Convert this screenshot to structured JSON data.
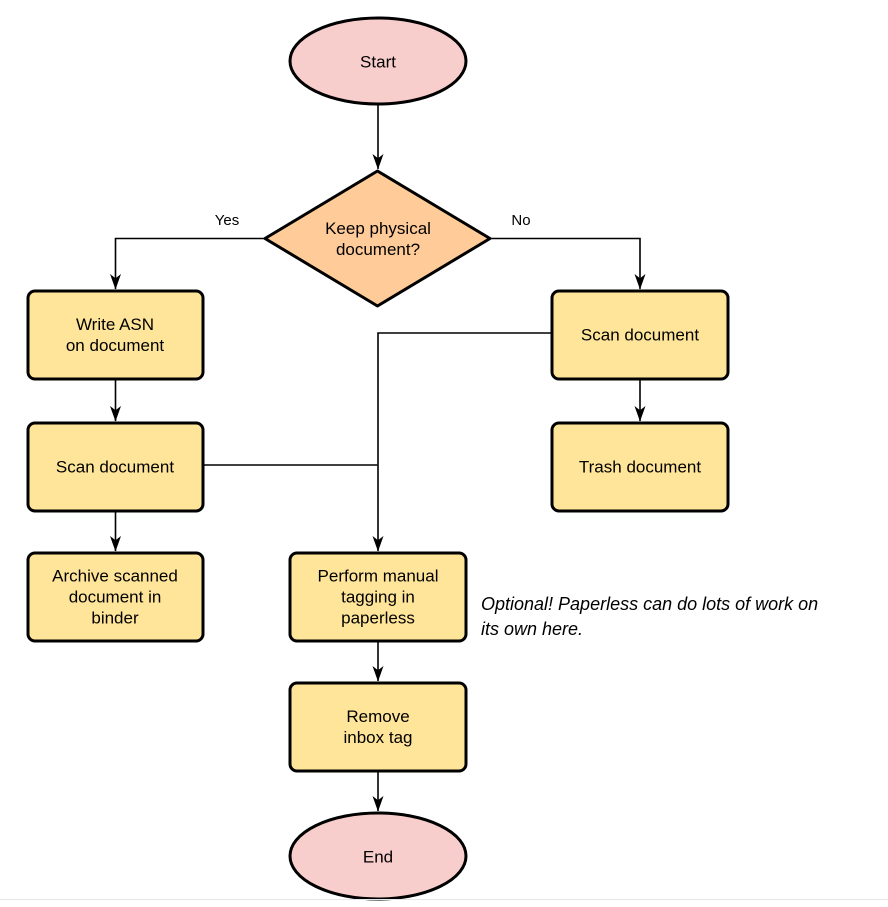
{
  "diagram": {
    "nodes": {
      "start": {
        "label": "Start",
        "type": "terminator"
      },
      "decision": {
        "label": "Keep physical\ndocument?",
        "type": "decision"
      },
      "write_asn": {
        "label": "Write ASN\non document",
        "type": "process"
      },
      "scan_left": {
        "label": "Scan document",
        "type": "process"
      },
      "archive": {
        "label": "Archive scanned\ndocument in\nbinder",
        "type": "process"
      },
      "scan_right": {
        "label": "Scan document",
        "type": "process"
      },
      "trash": {
        "label": "Trash document",
        "type": "process"
      },
      "tagging": {
        "label": "Perform manual\ntagging in\npaperless",
        "type": "process"
      },
      "remove_inbox": {
        "label": "Remove\ninbox tag",
        "type": "process"
      },
      "end": {
        "label": "End",
        "type": "terminator"
      }
    },
    "edge_labels": {
      "yes": "Yes",
      "no": "No"
    },
    "note": "Optional! Paperless can do lots of work on\nits own here.",
    "colors": {
      "terminator_fill": "#f8cecc",
      "decision_fill": "#ffcc99",
      "process_fill": "#ffe599",
      "stroke": "#000000",
      "edge": "#000000"
    }
  }
}
